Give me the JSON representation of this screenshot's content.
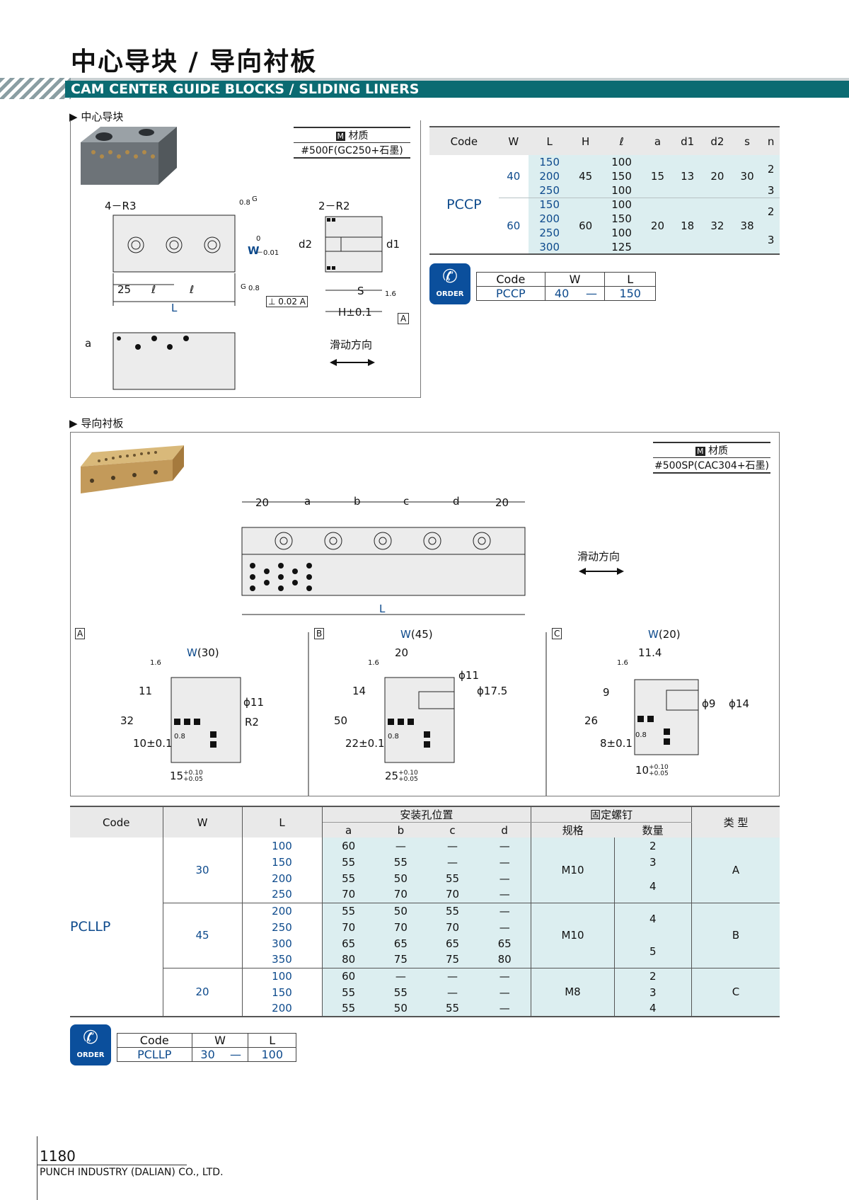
{
  "header": {
    "title_cn": "中心导块 / 导向衬板",
    "title_en": "CAM CENTER GUIDE BLOCKS / SLIDING LINERS"
  },
  "section1": {
    "label": "中心导块",
    "material": {
      "badge": "M",
      "title": "材质",
      "value": "#500F(GC250+石墨)"
    },
    "drawing": {
      "r3": "4－R3",
      "r2": "2－R2",
      "w_label": "W",
      "w_tol_top": "0",
      "w_tol_bot": "－0.01",
      "d2": "d2",
      "d1": "d1",
      "g": "G",
      "finish": "0.8",
      "dim25": "25",
      "ell": "ℓ",
      "L": "L",
      "S": "S",
      "H": "H±0.1",
      "perp": "⊥ 0.02 A",
      "datumA": "A",
      "a": "a",
      "finish16": "1.6",
      "slide": "滑动方向"
    },
    "table": {
      "headers": [
        "Code",
        "W",
        "L",
        "H",
        "ℓ",
        "a",
        "d1",
        "d2",
        "s",
        "n"
      ],
      "code": "PCCP",
      "groups": [
        {
          "W": "40",
          "H": "45",
          "a": "15",
          "d1": "13",
          "d2": "20",
          "s": "30",
          "rows": [
            {
              "L": "150",
              "l": "100"
            },
            {
              "L": "200",
              "l": "150"
            },
            {
              "L": "250",
              "l": "100"
            }
          ],
          "n": [
            "2",
            "3"
          ]
        },
        {
          "W": "60",
          "H": "60",
          "a": "20",
          "d1": "18",
          "d2": "32",
          "s": "38",
          "rows": [
            {
              "L": "150",
              "l": "100"
            },
            {
              "L": "200",
              "l": "150"
            },
            {
              "L": "250",
              "l": "100"
            },
            {
              "L": "300",
              "l": "125"
            }
          ],
          "n": [
            "2",
            "3"
          ]
        }
      ]
    },
    "order": {
      "icon": "ORDER",
      "headers": [
        "Code",
        "W",
        "L"
      ],
      "values": [
        "PCCP",
        "40",
        "—",
        "150"
      ]
    }
  },
  "section2": {
    "label": "导向衬板",
    "material": {
      "badge": "M",
      "title": "材质",
      "value": "#500SP(CAC304+石墨)"
    },
    "drawing": {
      "top_dims": [
        "20",
        "a",
        "b",
        "c",
        "d",
        "20"
      ],
      "L": "L",
      "slide": "滑动方向"
    },
    "views": [
      {
        "tag": "A",
        "w": "W",
        "wv": "(30)",
        "h": "32",
        "top": "11",
        "dia": "ϕ11",
        "r": "R2",
        "bot": "10±0.1",
        "width": "15",
        "tol_up": "+0.10",
        "tol_dn": "+0.05",
        "f16": "1.6",
        "f08": "0.8"
      },
      {
        "tag": "B",
        "w": "W",
        "wv": "(45)",
        "h": "50",
        "top": "14",
        "sub": "20",
        "dia": "ϕ11",
        "dia2": "ϕ17.5",
        "bot": "22±0.1",
        "width": "25",
        "tol_up": "+0.10",
        "tol_dn": "+0.05",
        "f16": "1.6",
        "f08": "0.8"
      },
      {
        "tag": "C",
        "w": "W",
        "wv": "(20)",
        "h": "26",
        "top": "9",
        "sub": "11.4",
        "dia": "ϕ9",
        "dia2": "ϕ14",
        "bot": "8±0.1",
        "width": "10",
        "tol_up": "+0.10",
        "tol_dn": "+0.05",
        "f16": "1.6",
        "f08": "0.8"
      }
    ],
    "table": {
      "headers": {
        "code": "Code",
        "w": "W",
        "l": "L",
        "holes": "安装孔位置",
        "a": "a",
        "b": "b",
        "c": "c",
        "d": "d",
        "screw": "固定螺钉",
        "spec": "规格",
        "qty": "数量",
        "type": "类 型"
      },
      "code": "PCLLP",
      "groups": [
        {
          "W": "30",
          "M": "M10",
          "type": "A",
          "rows": [
            [
              "100",
              "60",
              "—",
              "—",
              "—"
            ],
            [
              "150",
              "55",
              "55",
              "—",
              "—"
            ],
            [
              "200",
              "55",
              "50",
              "55",
              "—"
            ],
            [
              "250",
              "70",
              "70",
              "70",
              "—"
            ]
          ],
          "qty": [
            "2",
            "3",
            "4"
          ]
        },
        {
          "W": "45",
          "M": "M10",
          "type": "B",
          "rows": [
            [
              "200",
              "55",
              "50",
              "55",
              "—"
            ],
            [
              "250",
              "70",
              "70",
              "70",
              "—"
            ],
            [
              "300",
              "65",
              "65",
              "65",
              "65"
            ],
            [
              "350",
              "80",
              "75",
              "75",
              "80"
            ]
          ],
          "qty": [
            "4",
            "5"
          ]
        },
        {
          "W": "20",
          "M": "M8",
          "type": "C",
          "rows": [
            [
              "100",
              "60",
              "—",
              "—",
              "—"
            ],
            [
              "150",
              "55",
              "55",
              "—",
              "—"
            ],
            [
              "200",
              "55",
              "50",
              "55",
              "—"
            ]
          ],
          "qty": [
            "2",
            "3",
            "4"
          ]
        }
      ]
    },
    "order": {
      "icon": "ORDER",
      "headers": [
        "Code",
        "W",
        "L"
      ],
      "values": [
        "PCLLP",
        "30",
        "—",
        "100"
      ]
    }
  },
  "footer": {
    "page": "1180",
    "company": "PUNCH INDUSTRY (DALIAN) CO., LTD."
  }
}
